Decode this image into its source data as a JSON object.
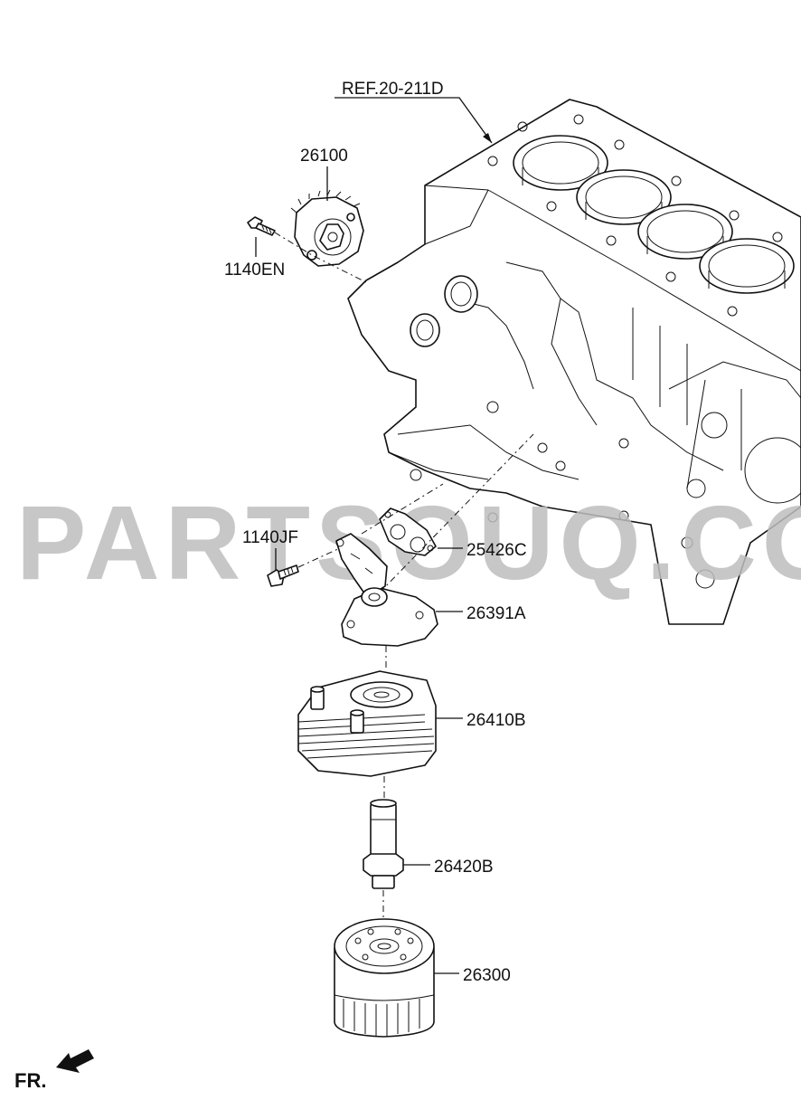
{
  "diagram": {
    "reference_label": "REF.20-211D",
    "watermark": "PARTSOUQ.COM",
    "direction_label": "FR.",
    "parts": [
      {
        "id": "p1",
        "number": "26100"
      },
      {
        "id": "p2",
        "number": "1140EN"
      },
      {
        "id": "p3",
        "number": "1140JF"
      },
      {
        "id": "p4",
        "number": "25426C"
      },
      {
        "id": "p5",
        "number": "26391A"
      },
      {
        "id": "p6",
        "number": "26410B"
      },
      {
        "id": "p7",
        "number": "26420B"
      },
      {
        "id": "p8",
        "number": "26300"
      }
    ]
  }
}
